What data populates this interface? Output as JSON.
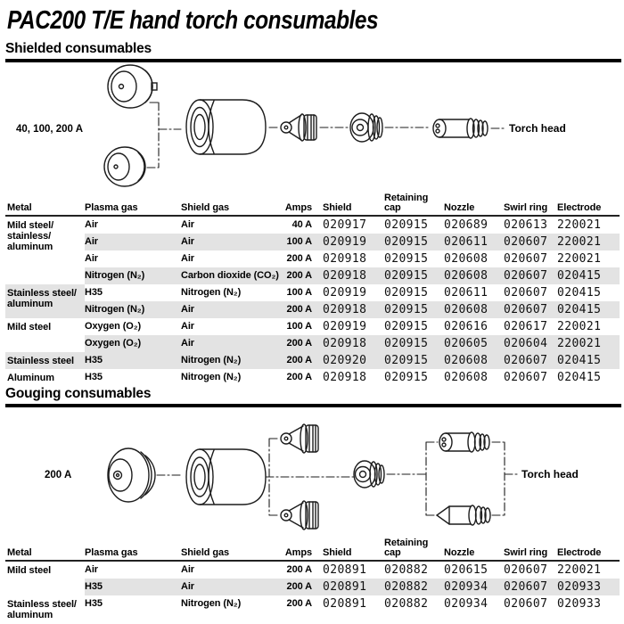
{
  "page_title": "PAC200 T/E hand torch consumables",
  "colors": {
    "stripe": "#e3e3e3",
    "rule": "#000000",
    "line_art": "#1c1c1c"
  },
  "shielded": {
    "heading": "Shielded consumables",
    "diagram": {
      "amps_label": "40, 100, 200 A",
      "torch_head_label": "Torch head"
    },
    "table": {
      "headers": [
        "Metal",
        "Plasma gas",
        "Shield gas",
        "Amps",
        "Shield",
        "Retaining\ncap",
        "Nozzle",
        "Swirl ring",
        "Electrode"
      ],
      "groups": [
        {
          "metal": "Mild steel/\nstainless/\naluminum",
          "metal_shaded": false,
          "rows": [
            {
              "plasma_gas": "Air",
              "shield_gas": "Air",
              "amps": "40 A",
              "shield": "020917",
              "retaining_cap": "020915",
              "nozzle": "020689",
              "swirl_ring": "020613",
              "electrode": "220021",
              "shaded": false
            },
            {
              "plasma_gas": "Air",
              "shield_gas": "Air",
              "amps": "100 A",
              "shield": "020919",
              "retaining_cap": "020915",
              "nozzle": "020611",
              "swirl_ring": "020607",
              "electrode": "220021",
              "shaded": true
            },
            {
              "plasma_gas": "Air",
              "shield_gas": "Air",
              "amps": "200 A",
              "shield": "020918",
              "retaining_cap": "020915",
              "nozzle": "020608",
              "swirl_ring": "020607",
              "electrode": "220021",
              "shaded": false
            },
            {
              "plasma_gas": "Nitrogen (N₂)",
              "shield_gas": "Carbon dioxide (CO₂)",
              "amps": "200 A",
              "shield": "020918",
              "retaining_cap": "020915",
              "nozzle": "020608",
              "swirl_ring": "020607",
              "electrode": "020415",
              "shaded": true
            }
          ]
        },
        {
          "metal": "Stainless steel/\naluminum",
          "metal_shaded": true,
          "rows": [
            {
              "plasma_gas": "H35",
              "shield_gas": "Nitrogen (N₂)",
              "amps": "100 A",
              "shield": "020919",
              "retaining_cap": "020915",
              "nozzle": "020611",
              "swirl_ring": "020607",
              "electrode": "020415",
              "shaded": false
            },
            {
              "plasma_gas": "Nitrogen (N₂)",
              "shield_gas": "Air",
              "amps": "200 A",
              "shield": "020918",
              "retaining_cap": "020915",
              "nozzle": "020608",
              "swirl_ring": "020607",
              "electrode": "020415",
              "shaded": true
            }
          ]
        },
        {
          "metal": "Mild steel",
          "metal_shaded": false,
          "rows": [
            {
              "plasma_gas": "Oxygen (O₂)",
              "shield_gas": "Air",
              "amps": "100 A",
              "shield": "020919",
              "retaining_cap": "020915",
              "nozzle": "020616",
              "swirl_ring": "020617",
              "electrode": "220021",
              "shaded": false
            },
            {
              "plasma_gas": "Oxygen (O₂)",
              "shield_gas": "Air",
              "amps": "200 A",
              "shield": "020918",
              "retaining_cap": "020915",
              "nozzle": "020605",
              "swirl_ring": "020604",
              "electrode": "220021",
              "shaded": true
            }
          ]
        },
        {
          "metal": "Stainless steel",
          "metal_shaded": true,
          "rows": [
            {
              "plasma_gas": "H35",
              "shield_gas": "Nitrogen (N₂)",
              "amps": "200 A",
              "shield": "020920",
              "retaining_cap": "020915",
              "nozzle": "020608",
              "swirl_ring": "020607",
              "electrode": "020415",
              "shaded": true
            }
          ]
        },
        {
          "metal": "Aluminum",
          "metal_shaded": false,
          "rows": [
            {
              "plasma_gas": "H35",
              "shield_gas": "Nitrogen (N₂)",
              "amps": "200 A",
              "shield": "020918",
              "retaining_cap": "020915",
              "nozzle": "020608",
              "swirl_ring": "020607",
              "electrode": "020415",
              "shaded": false
            }
          ]
        }
      ]
    }
  },
  "gouging": {
    "heading": "Gouging consumables",
    "diagram": {
      "amps_label": "200 A",
      "torch_head_label": "Torch head"
    },
    "table": {
      "headers": [
        "Metal",
        "Plasma gas",
        "Shield gas",
        "Amps",
        "Shield",
        "Retaining\ncap",
        "Nozzle",
        "Swirl ring",
        "Electrode"
      ],
      "groups": [
        {
          "metal": "Mild steel",
          "metal_shaded": false,
          "rows": [
            {
              "plasma_gas": "Air",
              "shield_gas": "Air",
              "amps": "200 A",
              "shield": "020891",
              "retaining_cap": "020882",
              "nozzle": "020615",
              "swirl_ring": "020607",
              "electrode": "220021",
              "shaded": false
            },
            {
              "plasma_gas": "H35",
              "shield_gas": "Air",
              "amps": "200 A",
              "shield": "020891",
              "retaining_cap": "020882",
              "nozzle": "020934",
              "swirl_ring": "020607",
              "electrode": "020933",
              "shaded": true
            }
          ]
        },
        {
          "metal": "Stainless steel/\naluminum",
          "metal_shaded": false,
          "rows": [
            {
              "plasma_gas": "H35",
              "shield_gas": "Nitrogen (N₂)",
              "amps": "200 A",
              "shield": "020891",
              "retaining_cap": "020882",
              "nozzle": "020934",
              "swirl_ring": "020607",
              "electrode": "020933",
              "shaded": false
            }
          ]
        }
      ]
    }
  }
}
